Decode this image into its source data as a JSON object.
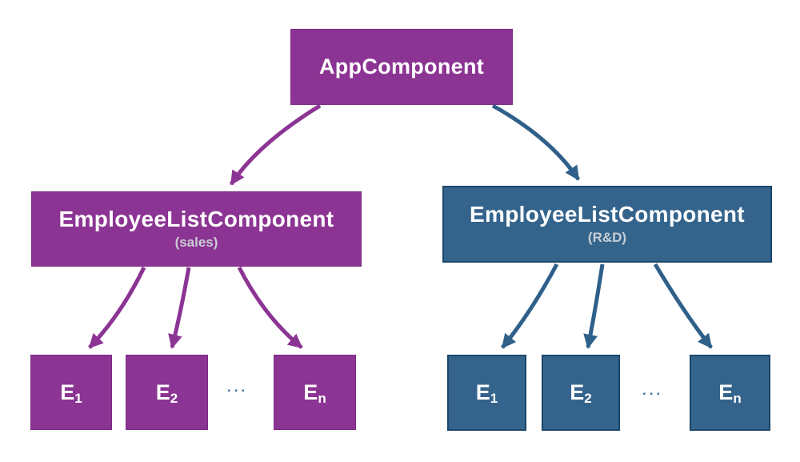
{
  "diagram": {
    "root": {
      "label": "AppComponent"
    },
    "branches": [
      {
        "name": "sales",
        "label": "EmployeeListComponent",
        "sublabel": "(sales)",
        "theme_color": "#8C3494",
        "ellipsis": "...",
        "children": [
          {
            "main": "E",
            "sub": "1"
          },
          {
            "main": "E",
            "sub": "2"
          },
          {
            "main": "E",
            "sub": "n"
          }
        ]
      },
      {
        "name": "rnd",
        "label": "EmployeeListComponent",
        "sublabel": "(R&D)",
        "theme_color": "#34648C",
        "ellipsis": "...",
        "children": [
          {
            "main": "E",
            "sub": "1"
          },
          {
            "main": "E",
            "sub": "2"
          },
          {
            "main": "E",
            "sub": "n"
          }
        ]
      }
    ],
    "colors": {
      "background": "#FFFFFF",
      "purple": "#8C3494",
      "purple_border": "#7A2B82",
      "blue": "#34648C",
      "blue_border": "#1B4769",
      "arrow_purple": "#8C3494",
      "arrow_blue": "#2F608A",
      "label": "#FFFFFF",
      "sublabel": "#C9CDD4",
      "ellipsis": "#3F6E9D"
    }
  }
}
